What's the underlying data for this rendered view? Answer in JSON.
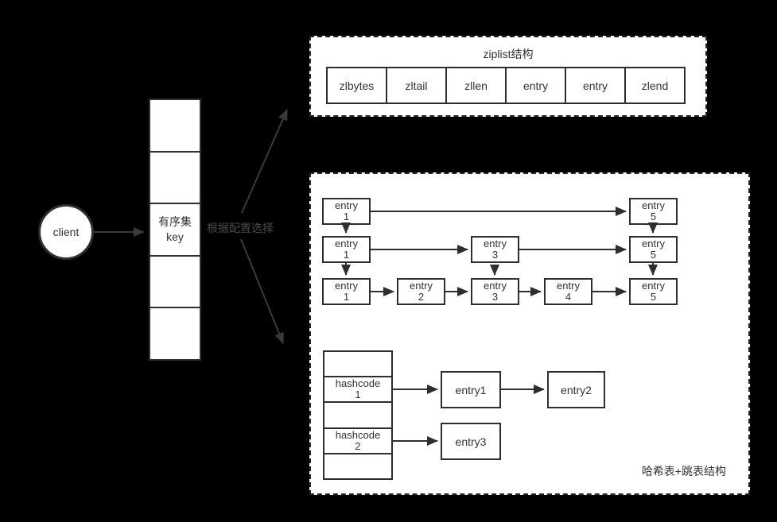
{
  "colors": {
    "background": "#000000",
    "panel_background": "#ffffff",
    "line": "#2e2e2e",
    "outer_line": "#3a3a3a",
    "muted_label": "#4a4a4a"
  },
  "client": {
    "label": "client"
  },
  "key_stack": {
    "cells": [
      {
        "line1": "",
        "line2": ""
      },
      {
        "line1": "",
        "line2": ""
      },
      {
        "line1": "有序集",
        "line2": "key"
      },
      {
        "line1": "",
        "line2": ""
      },
      {
        "line1": "",
        "line2": ""
      }
    ]
  },
  "decision": {
    "label": "根据配置选择"
  },
  "ziplist": {
    "title": "ziplist结构",
    "cells": [
      "zlbytes",
      "zltail",
      "zllen",
      "entry",
      "entry",
      "zlend"
    ]
  },
  "skiplist": {
    "caption": "哈希表+跳表结构",
    "rows": [
      {
        "boxes": [
          {
            "word": "entry",
            "num": "1"
          },
          {
            "word": "entry",
            "num": "5"
          }
        ]
      },
      {
        "boxes": [
          {
            "word": "entry",
            "num": "1"
          },
          {
            "word": "entry",
            "num": "3"
          },
          {
            "word": "entry",
            "num": "5"
          }
        ]
      },
      {
        "boxes": [
          {
            "word": "entry",
            "num": "1"
          },
          {
            "word": "entry",
            "num": "2"
          },
          {
            "word": "entry",
            "num": "3"
          },
          {
            "word": "entry",
            "num": "4"
          },
          {
            "word": "entry",
            "num": "5"
          }
        ]
      }
    ]
  },
  "hashtable": {
    "cells": [
      {
        "line1": "",
        "line2": ""
      },
      {
        "line1": "hashcode",
        "line2": "1"
      },
      {
        "line1": "",
        "line2": ""
      },
      {
        "line1": "hashcode",
        "line2": "2"
      },
      {
        "line1": "",
        "line2": ""
      }
    ],
    "entries": [
      "entry1",
      "entry2",
      "entry3"
    ]
  }
}
